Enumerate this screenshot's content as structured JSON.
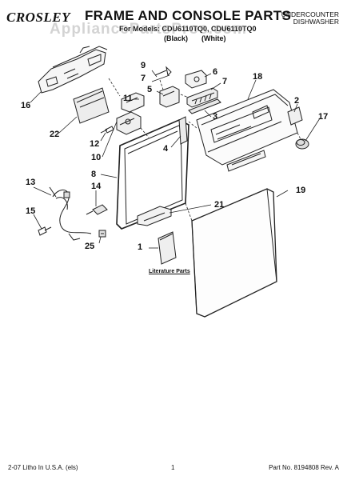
{
  "header": {
    "brand": "CROSLEY",
    "title": "FRAME AND CONSOLE PARTS",
    "appliance_type": [
      "UNDERCOUNTER",
      "DISHWASHER"
    ],
    "models_line": "For Models: CDU6110TQ0, CDU6110TQ0",
    "color_labels": [
      "(Black)",
      "(White)"
    ]
  },
  "watermark": "AppliancePartsPros.com",
  "literature_label": "Literature Parts",
  "callouts": {
    "c9": "9",
    "c7a": "7",
    "c5": "5",
    "c6": "6",
    "c7b": "7",
    "c18": "18",
    "c16": "16",
    "c11": "11",
    "c3": "3",
    "c2": "2",
    "c22": "22",
    "c17": "17",
    "c12": "12",
    "c4": "4",
    "c10": "10",
    "c8": "8",
    "c13": "13",
    "c14": "14",
    "c19": "19",
    "c15": "15",
    "c21": "21",
    "c25": "25",
    "c1": "1"
  },
  "footer": {
    "left": "2-07 Litho In U.S.A. (els)",
    "center": "1",
    "right": "Part No. 8194808 Rev. A"
  },
  "colors": {
    "line": "#222222",
    "watermark": "#8c8c8c"
  }
}
